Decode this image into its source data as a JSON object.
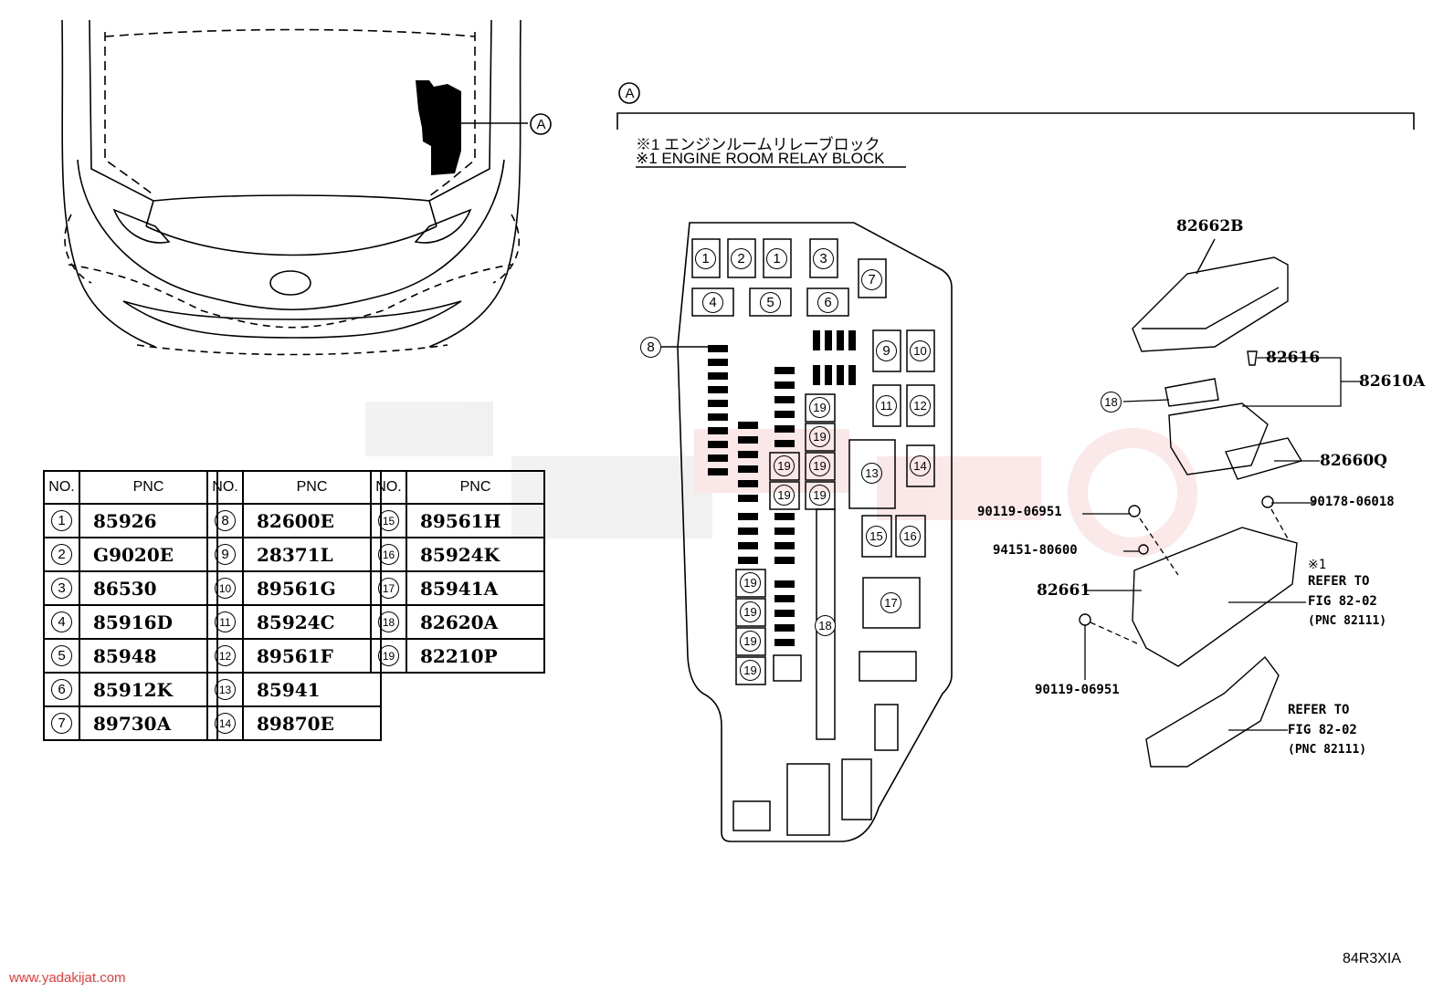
{
  "view_label": "A",
  "notes": {
    "jp": "※1 エンジンルームリレーブロック",
    "en": "※1 ENGINE ROOM RELAY BLOCK"
  },
  "table": {
    "header_no": "NO.",
    "header_pnc": "PNC",
    "columns": [
      [
        {
          "no": "1",
          "pnc": "85926"
        },
        {
          "no": "2",
          "pnc": "G9020E"
        },
        {
          "no": "3",
          "pnc": "86530"
        },
        {
          "no": "4",
          "pnc": "85916D"
        },
        {
          "no": "5",
          "pnc": "85948"
        },
        {
          "no": "6",
          "pnc": "85912K"
        },
        {
          "no": "7",
          "pnc": "89730A"
        }
      ],
      [
        {
          "no": "8",
          "pnc": "82600E"
        },
        {
          "no": "9",
          "pnc": "28371L"
        },
        {
          "no": "10",
          "pnc": "89561G"
        },
        {
          "no": "11",
          "pnc": "85924C"
        },
        {
          "no": "12",
          "pnc": "89561F"
        },
        {
          "no": "13",
          "pnc": "85941"
        },
        {
          "no": "14",
          "pnc": "89870E"
        }
      ],
      [
        {
          "no": "15",
          "pnc": "89561H"
        },
        {
          "no": "16",
          "pnc": "85924K"
        },
        {
          "no": "17",
          "pnc": "85941A"
        },
        {
          "no": "18",
          "pnc": "82620A"
        },
        {
          "no": "19",
          "pnc": "82210P"
        }
      ]
    ]
  },
  "callouts": {
    "p82662B": "82662B",
    "p82616": "82616",
    "p82610A": "82610A",
    "p82660Q": "82660Q",
    "p90119a": "90119-06951",
    "p90178": "90178-06018",
    "p94151": "94151-80600",
    "p82661": "82661",
    "p90119b": "90119-06951",
    "ref_mark": "※1",
    "refer1": "REFER TO",
    "fig1": "FIG 82-02",
    "pnc1": "(PNC 82111)",
    "refer2": "REFER TO",
    "fig2": "FIG 82-02",
    "pnc2": "(PNC 82111)",
    "n18": "18"
  },
  "block_numbers": [
    "1",
    "2",
    "1",
    "3",
    "7",
    "4",
    "5",
    "6",
    "8",
    "9",
    "10",
    "11",
    "12",
    "13",
    "14",
    "15",
    "16",
    "17",
    "18",
    "19"
  ],
  "footer": {
    "watermark_url": "www.yadakijat.com",
    "diagram_code": "84R3XIA"
  }
}
